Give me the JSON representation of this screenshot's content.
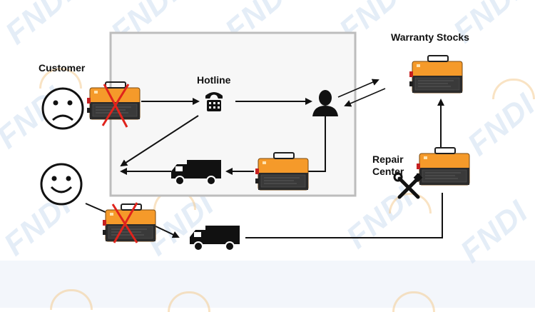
{
  "labels": {
    "customer": "Customer",
    "hotline": "Hotline",
    "warranty_stocks": "Warranty Stocks",
    "repair_center_line1": "Repair",
    "repair_center_line2": "Center"
  },
  "watermark_text": "FNDI",
  "colors": {
    "battery_body": "#f59a2a",
    "battery_dark": "#2a2a2a",
    "cross": "#e0231c",
    "box_border": "#bdbdbd",
    "box_fill": "#f7f7f7",
    "arrow": "#111111",
    "watermark": "#cfe0f2",
    "watermark_sun": "#f4c98a"
  },
  "icons": {
    "sad_face": "sad-face-icon",
    "happy_face": "happy-face-icon",
    "phone": "phone-icon",
    "person": "person-icon",
    "truck": "truck-icon",
    "tools": "tools-icon",
    "battery": "battery-icon",
    "cross": "cross-icon"
  }
}
